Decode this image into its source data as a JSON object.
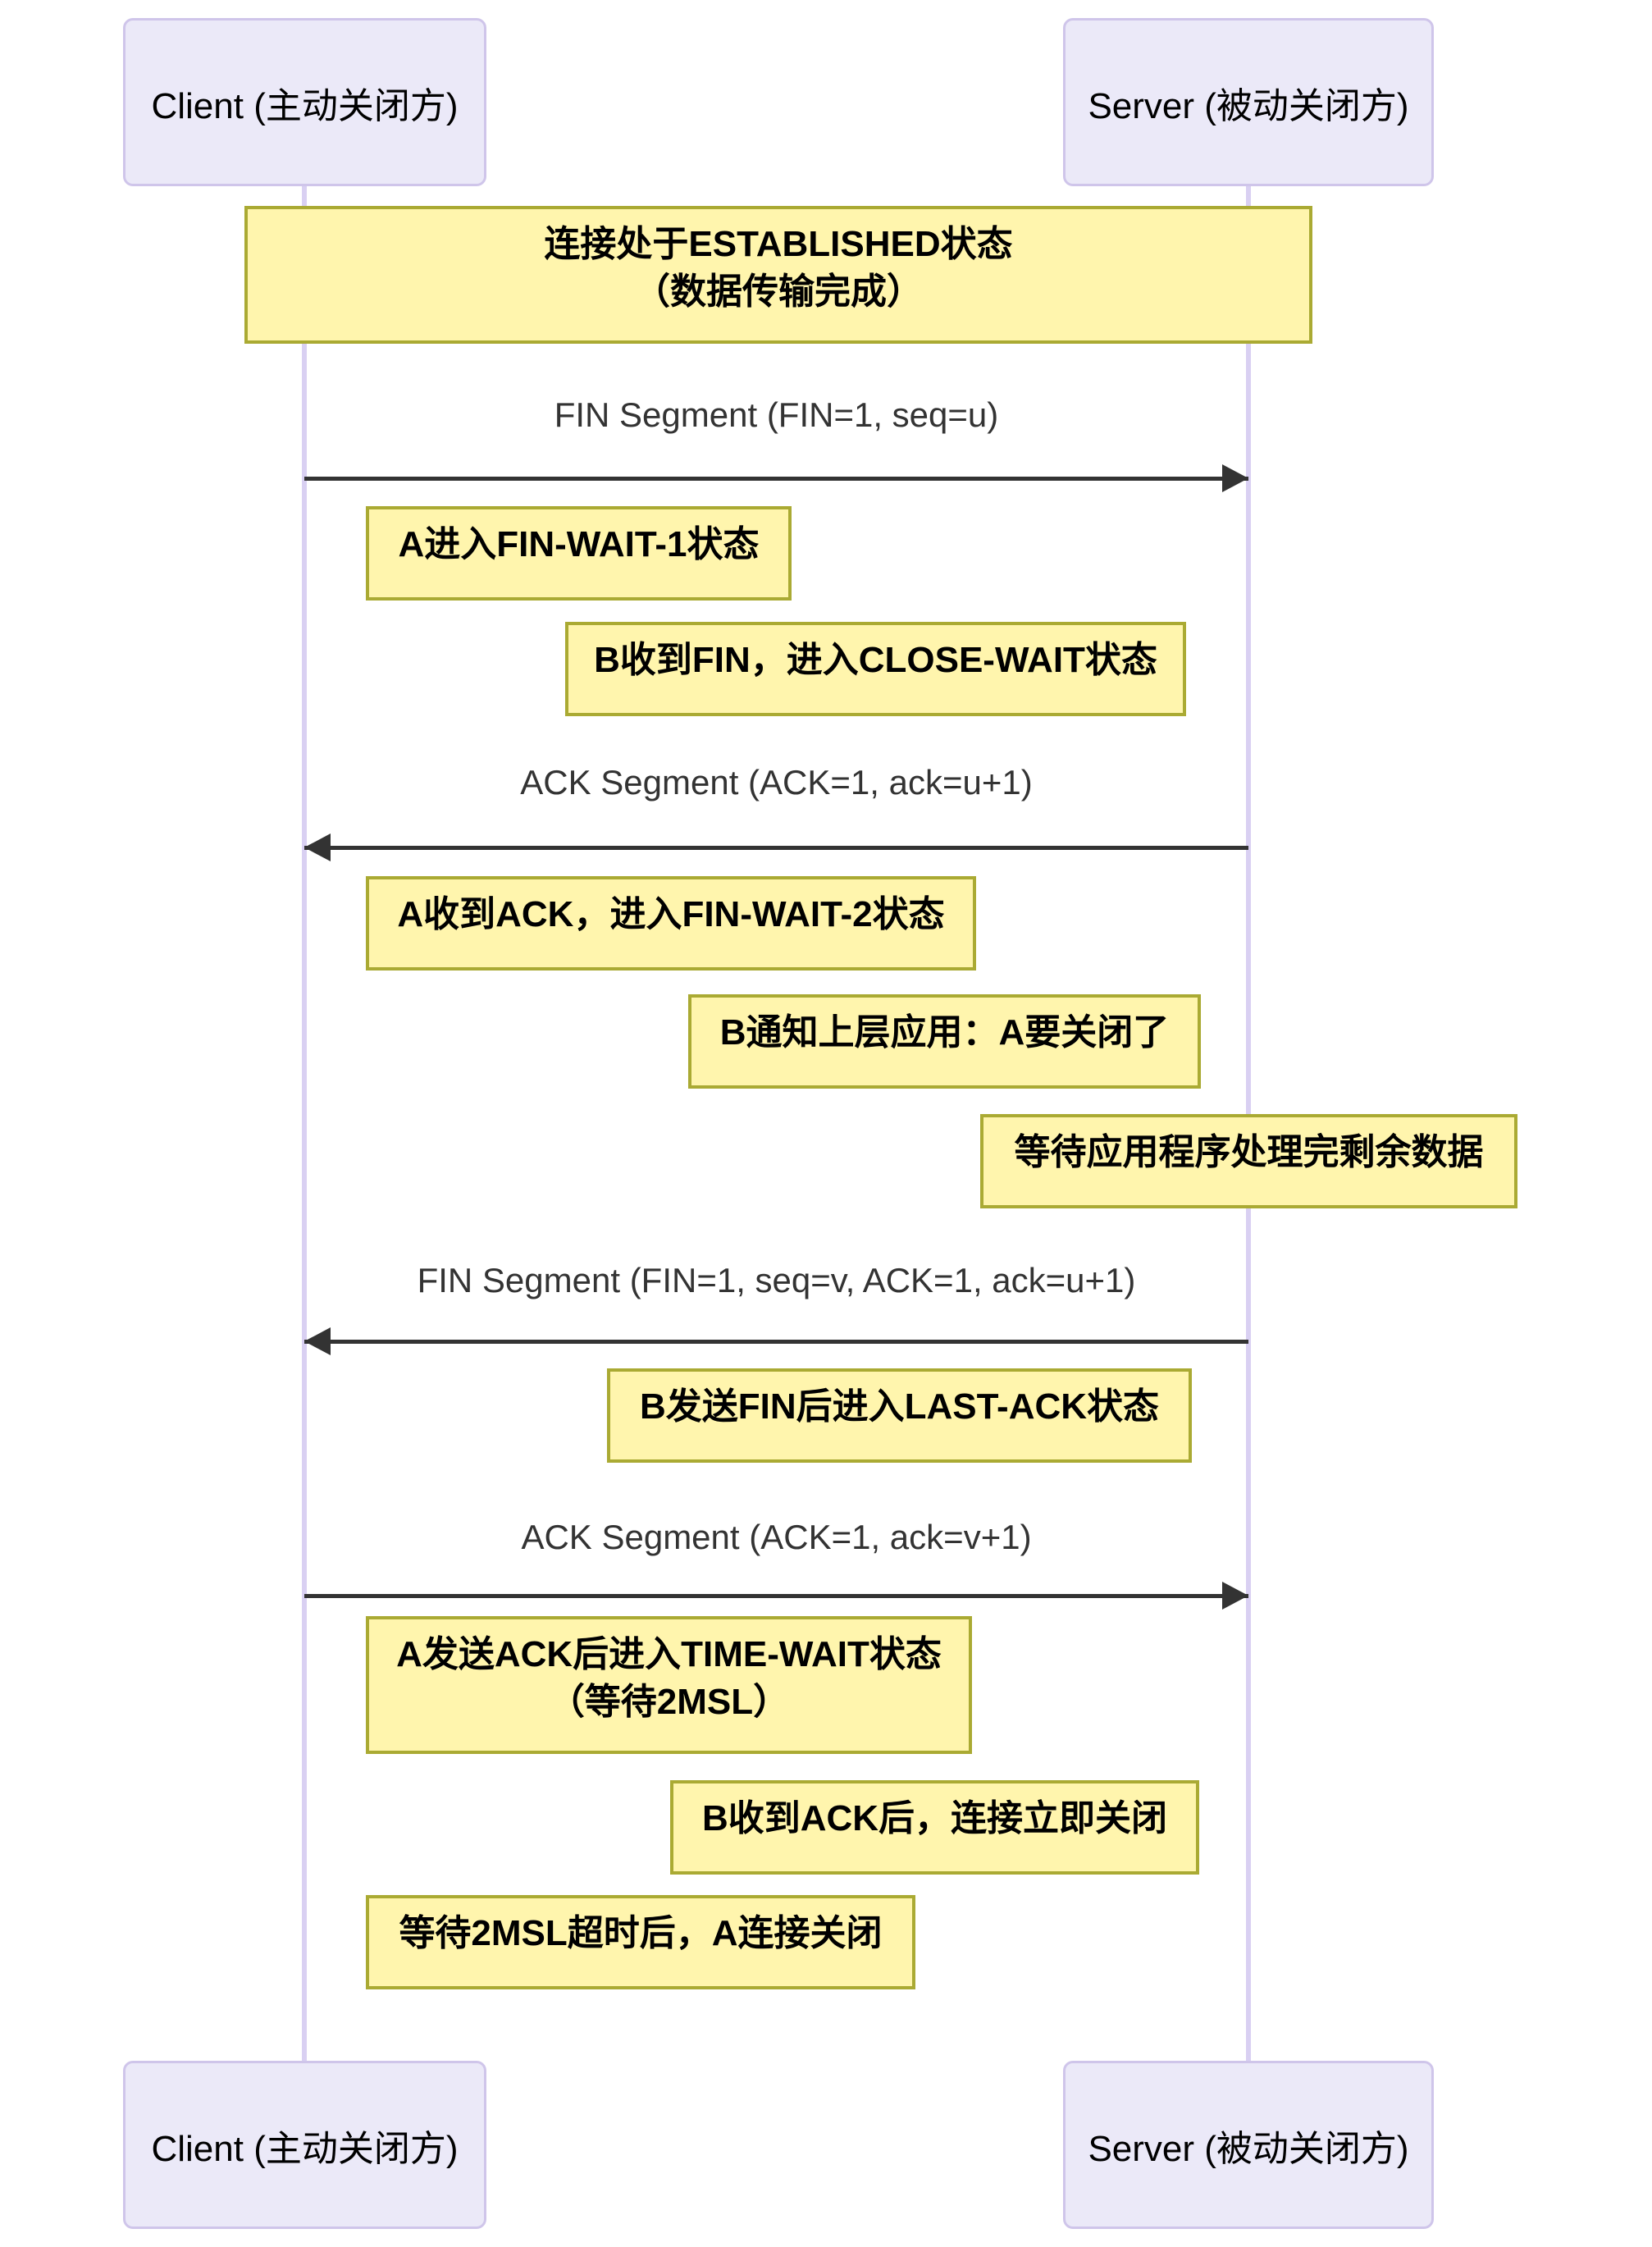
{
  "diagram": {
    "type": "sequence",
    "subject": "TCP four-way handshake connection termination",
    "actors": [
      {
        "id": "client",
        "label": "Client (主动关闭方)"
      },
      {
        "id": "server",
        "label": "Server (被动关闭方)"
      }
    ],
    "messages": [
      {
        "label": "FIN Segment (FIN=1, seq=u)",
        "from": "client",
        "to": "server",
        "direction": "right"
      },
      {
        "label": "ACK Segment (ACK=1, ack=u+1)",
        "from": "server",
        "to": "client",
        "direction": "left"
      },
      {
        "label": "FIN Segment (FIN=1, seq=v, ACK=1, ack=u+1)",
        "from": "server",
        "to": "client",
        "direction": "left"
      },
      {
        "label": "ACK Segment (ACK=1, ack=v+1)",
        "from": "client",
        "to": "server",
        "direction": "right"
      }
    ],
    "notes": [
      {
        "lines": [
          "连接处于ESTABLISHED状态",
          "（数据传输完成）"
        ],
        "over": "both"
      },
      {
        "lines": [
          "A进入FIN-WAIT-1状态"
        ],
        "over": "client"
      },
      {
        "lines": [
          "B收到FIN，进入CLOSE-WAIT状态"
        ],
        "over": "middle"
      },
      {
        "lines": [
          "A收到ACK，进入FIN-WAIT-2状态"
        ],
        "over": "client"
      },
      {
        "lines": [
          "B通知上层应用：A要关闭了"
        ],
        "over": "middle"
      },
      {
        "lines": [
          "等待应用程序处理完剩余数据"
        ],
        "over": "server"
      },
      {
        "lines": [
          "B发送FIN后进入LAST-ACK状态"
        ],
        "over": "middle"
      },
      {
        "lines": [
          "A发送ACK后进入TIME-WAIT状态",
          "（等待2MSL）"
        ],
        "over": "client"
      },
      {
        "lines": [
          "B收到ACK后，连接立即关闭"
        ],
        "over": "middle"
      },
      {
        "lines": [
          "等待2MSL超时后，A连接关闭"
        ],
        "over": "client"
      }
    ],
    "colors": {
      "note_fill": "#FFF5AD",
      "note_border": "#AAAA33",
      "actor_fill": "#EBE9F8",
      "actor_border": "#CFC5EA",
      "lifeline": "#D9D0F2",
      "arrow": "#333333",
      "message_text": "#333333"
    }
  }
}
